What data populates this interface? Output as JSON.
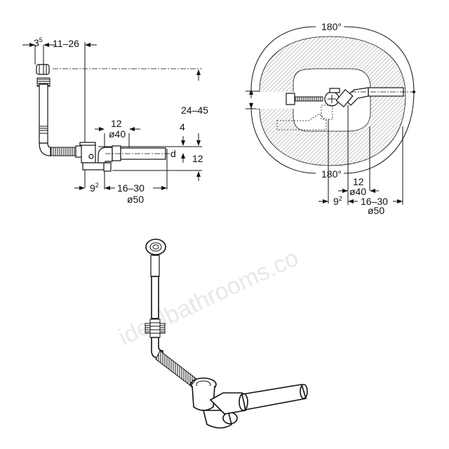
{
  "watermark": "idealbathrooms.co",
  "side_view": {
    "dim_offset": {
      "base": "3",
      "sup": "5"
    },
    "dim_horizontal_range": "11–26",
    "dim_height_range": "24–45",
    "dim_outlet_length": "12",
    "dim_outlet_diameter": "ø40",
    "dim_4": "4",
    "dim_d": "d",
    "dim_12_vertical": "12",
    "dim_trap_offset": {
      "base": "9",
      "sup": "2"
    },
    "dim_pipe_length": "16–30",
    "dim_pipe_diameter": "ø50"
  },
  "top_view": {
    "angle_top": "180°",
    "angle_bottom": "180°",
    "dim_outlet_length": "12",
    "dim_outlet_diameter": "ø40",
    "dim_trap_offset": {
      "base": "9",
      "sup": "2"
    },
    "dim_pipe_length": "16–30",
    "dim_pipe_diameter": "ø50"
  }
}
